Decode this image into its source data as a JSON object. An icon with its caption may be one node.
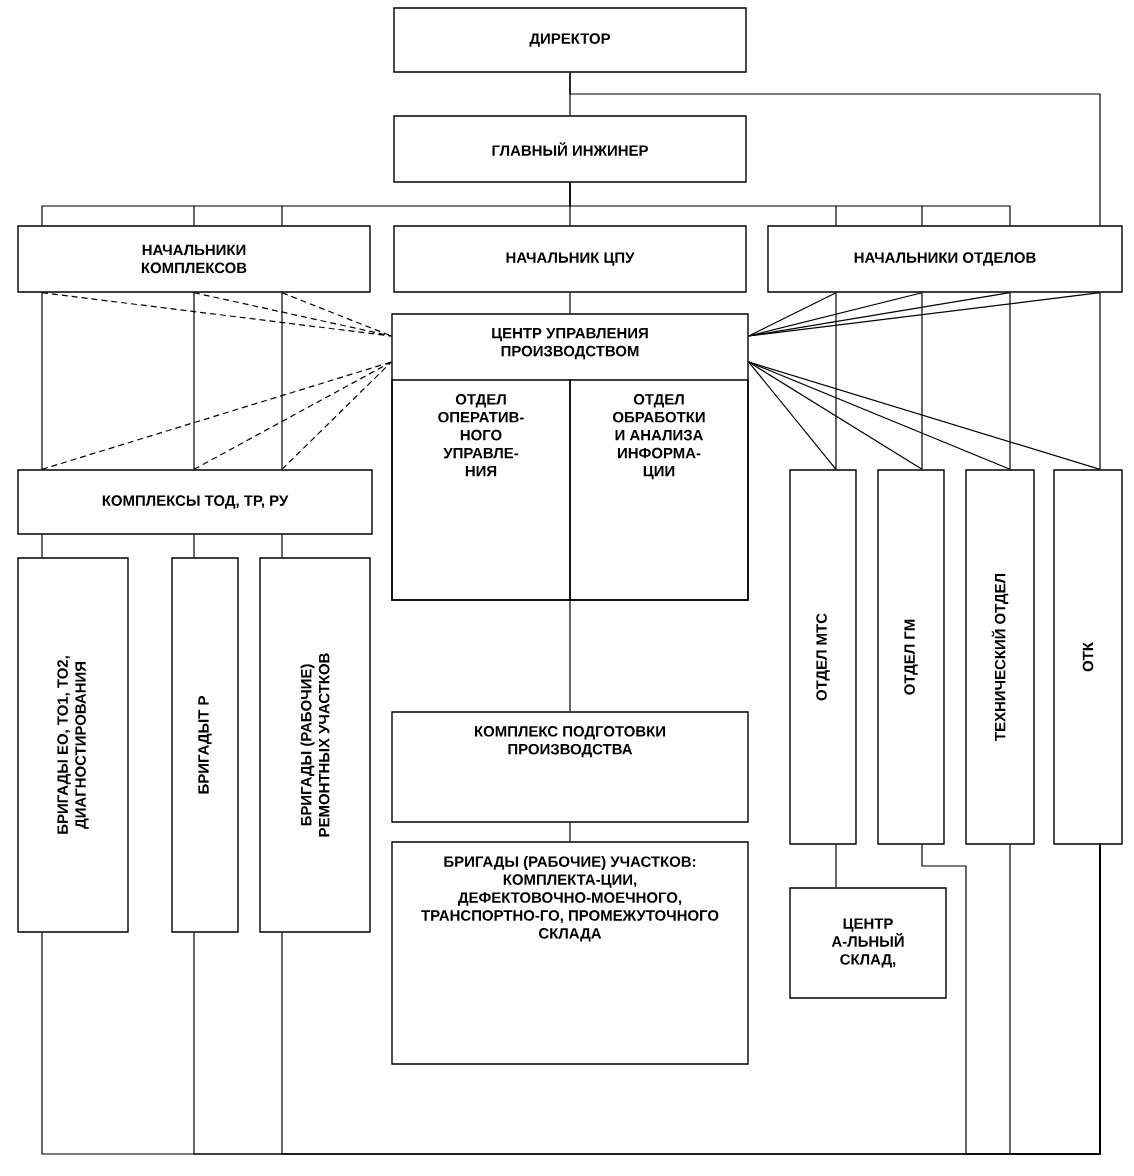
{
  "diagram": {
    "nodes": [
      {
        "text": [
          "ДИРЕКТОР"
        ]
      },
      {
        "text": [
          "ГЛАВНЫЙ ИНЖИНЕР"
        ]
      },
      {
        "text": [
          "НАЧАЛЬНИКИ КОМПЛЕКСОВ"
        ]
      },
      {
        "text": [
          "НАЧАЛЬНИК ЦПУ"
        ]
      },
      {
        "text": [
          "НАЧАЛЬНИКИ ОТДЕЛОВ"
        ]
      },
      {
        "text": [
          "ЦЕНТР УПРАВЛЕНИЯ ПРОИЗВОДСТВОМ"
        ]
      },
      {
        "text": [
          "ОТДЕЛ ОПЕРАТИВ- НОГО УПРАВЛЕ- НИЯ"
        ],
        "in": 5
      },
      {
        "text": [
          "ОТДЕЛ ОБРАБОТКИ И АНАЛИЗА ИНФОРМА- ЦИИ"
        ],
        "in": 5
      },
      {
        "text": [
          "КОМПЛЕКСЫ ТОД, ТР, РУ"
        ]
      },
      {
        "text": [
          "БРИГАДЫ ЕО, ТО1, ТО2, ДИАГНОСТИРОВАНИЯ"
        ]
      },
      {
        "text": [
          "БРИГАДЫТ Р"
        ]
      },
      {
        "text": [
          "БРИГАДЫ (РАБОЧИЕ) РЕМОНТНЫХ УЧАСТКОВ"
        ]
      },
      {
        "text": [
          "ОТДЕЛ МТС"
        ]
      },
      {
        "text": [
          "ОТДЕЛ ГМ"
        ]
      },
      {
        "text": [
          "ТЕХНИЧЕСКИЙ ОТДЕЛ"
        ]
      },
      {
        "text": [
          "ОТК"
        ]
      },
      {
        "text": [
          "КОМПЛЕКС ПОДГОТОВКИ ПРОИЗВОДСТВА"
        ]
      },
      {
        "text": [
          "БРИГАДЫ (РАБОЧИЕ) УЧАСТКОВ: КОМПЛЕКТА-ЦИИ, ДЕФЕКТОВОЧНО-МОЕЧНОГО, ТРАНСПОРТНО-ГО, ПРОМЕЖУТОЧНОГО СКЛАДА"
        ]
      },
      {
        "text": [
          "ЦЕНТР А-ЛЬНЫЙ СКЛАД,"
        ]
      }
    ],
    "edges": [
      {
        "from": 0,
        "to": 1,
        "arrow": "none"
      },
      {
        "from": 0,
        "to": 4,
        "arrow": "none"
      },
      {
        "from": 1,
        "to": 2,
        "arrow": "none"
      },
      {
        "from": 1,
        "to": 3,
        "arrow": "none"
      },
      {
        "from": 1,
        "to": 4,
        "arrow": "none"
      },
      {
        "from": 2,
        "to": 8,
        "arrow": "none"
      },
      {
        "from": 3,
        "to": 5,
        "arrow": "none"
      },
      {
        "from": 4,
        "to": 12,
        "arrow": "none"
      },
      {
        "from": 4,
        "to": 13,
        "arrow": "none"
      },
      {
        "from": 4,
        "to": 14,
        "arrow": "none"
      },
      {
        "from": 4,
        "to": 15,
        "arrow": "none"
      },
      {
        "from": 2,
        "to": 5,
        "arrow": "none",
        "style": "dashed"
      },
      {
        "from": 2,
        "to": 5,
        "arrow": "none",
        "style": "dashed"
      },
      {
        "from": 2,
        "to": 5,
        "arrow": "none",
        "style": "dashed"
      },
      {
        "from": 8,
        "to": 5,
        "arrow": "none",
        "style": "dashed"
      },
      {
        "from": 8,
        "to": 5,
        "arrow": "none",
        "style": "dashed"
      },
      {
        "from": 8,
        "to": 5,
        "arrow": "none",
        "style": "dashed"
      },
      {
        "from": 5,
        "to": 4,
        "arrow": "none"
      },
      {
        "from": 5,
        "to": 4,
        "arrow": "none"
      },
      {
        "from": 5,
        "to": 4,
        "arrow": "none"
      },
      {
        "from": 5,
        "to": 4,
        "arrow": "none"
      },
      {
        "from": 5,
        "to": 12,
        "arrow": "none"
      },
      {
        "from": 5,
        "to": 13,
        "arrow": "none"
      },
      {
        "from": 5,
        "to": 14,
        "arrow": "none"
      },
      {
        "from": 5,
        "to": 15,
        "arrow": "none"
      },
      {
        "from": 5,
        "to": 16,
        "arrow": "none"
      },
      {
        "from": 16,
        "to": 17,
        "arrow": "none"
      },
      {
        "from": 8,
        "to": 9,
        "arrow": "none"
      },
      {
        "from": 8,
        "to": 10,
        "arrow": "none"
      },
      {
        "from": 8,
        "to": 11,
        "arrow": "none"
      },
      {
        "from": 12,
        "to": 18,
        "arrow": "none"
      },
      {
        "from": 9,
        "to": 15,
        "arrow": "none"
      },
      {
        "from": 10,
        "to": 15,
        "arrow": "none"
      },
      {
        "from": 11,
        "to": 15,
        "arrow": "none"
      },
      {
        "from": 13,
        "to": 15,
        "arrow": "none"
      },
      {
        "from": 14,
        "to": 15,
        "arrow": "none"
      }
    ]
  }
}
